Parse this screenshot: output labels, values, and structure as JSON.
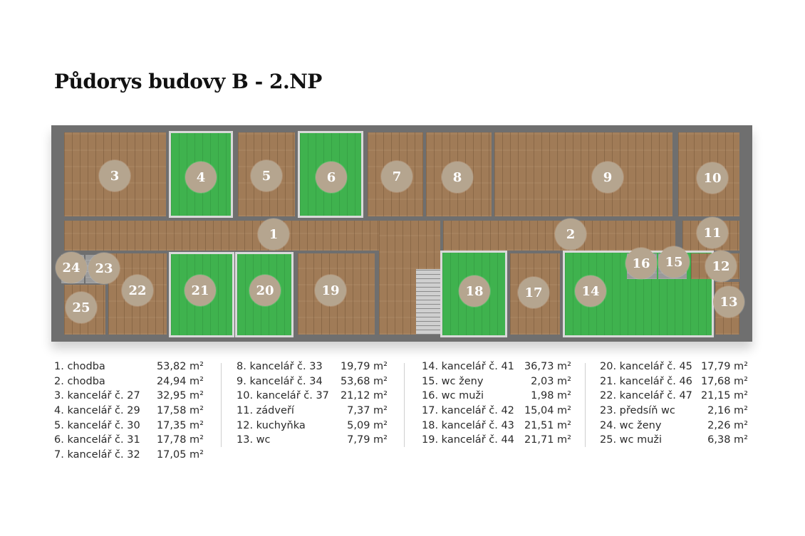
{
  "title": "Půdorys budovy B - 2.NP",
  "colors": {
    "badge": "#b5a58f",
    "office_highlight": "#3fb24e",
    "floor_wood": "#a07b57"
  },
  "rooms": [
    {
      "num": "1",
      "name": "chodba",
      "area": "53,82 m²"
    },
    {
      "num": "2",
      "name": "chodba",
      "area": "24,94 m²"
    },
    {
      "num": "3",
      "name": "kancelář č. 27",
      "area": "32,95 m²"
    },
    {
      "num": "4",
      "name": "kancelář č. 29",
      "area": "17,58 m²"
    },
    {
      "num": "5",
      "name": "kancelář č. 30",
      "area": "17,35 m²"
    },
    {
      "num": "6",
      "name": "kancelář č. 31",
      "area": "17,78 m²"
    },
    {
      "num": "7",
      "name": "kancelář č. 32",
      "area": "17,05 m²"
    },
    {
      "num": "8",
      "name": "kancelář č. 33",
      "area": "19,79 m²"
    },
    {
      "num": "9",
      "name": "kancelář č. 34",
      "area": "53,68 m²"
    },
    {
      "num": "10",
      "name": "kancelář č. 37",
      "area": "21,12 m²"
    },
    {
      "num": "11",
      "name": "zádveří",
      "area": "7,37 m²"
    },
    {
      "num": "12",
      "name": "kuchyňka",
      "area": "5,09 m²"
    },
    {
      "num": "13",
      "name": "wc",
      "area": "7,79 m²"
    },
    {
      "num": "14",
      "name": "kancelář č. 41",
      "area": "36,73 m²"
    },
    {
      "num": "15",
      "name": "wc ženy",
      "area": "2,03 m²"
    },
    {
      "num": "16",
      "name": "wc muži",
      "area": "1,98 m²"
    },
    {
      "num": "17",
      "name": "kancelář č. 42",
      "area": "15,04 m²"
    },
    {
      "num": "18",
      "name": "kancelář č. 43",
      "area": "21,51 m²"
    },
    {
      "num": "19",
      "name": "kancelář č. 44",
      "area": "21,71 m²"
    },
    {
      "num": "20",
      "name": "kancelář č. 45",
      "area": "17,79 m²"
    },
    {
      "num": "21",
      "name": "kancelář č. 46",
      "area": "17,68 m²"
    },
    {
      "num": "22",
      "name": "kancelář č. 47",
      "area": "21,15 m²"
    },
    {
      "num": "23",
      "name": "předsíň wc",
      "area": "2,16 m²"
    },
    {
      "num": "24",
      "name": "wc ženy",
      "area": "2,26 m²"
    },
    {
      "num": "25",
      "name": "wc muži",
      "area": "6,38 m²"
    }
  ],
  "highlighted_rooms": [
    "4",
    "6",
    "14",
    "18",
    "20",
    "21"
  ]
}
